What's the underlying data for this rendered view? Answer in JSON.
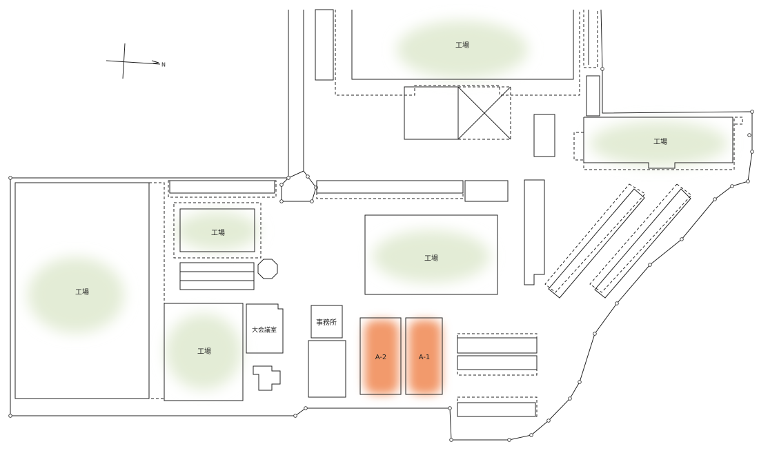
{
  "colors": {
    "factory_fill": "#e3ecd6",
    "highlight_fill": "#f29a6c",
    "line": "#222222",
    "background": "#ffffff"
  },
  "compass": {
    "label": "N"
  },
  "labels": {
    "factory": "工場",
    "office": "事務所",
    "conference": "大会議室",
    "a1": "A-1",
    "a2": "A-2"
  }
}
